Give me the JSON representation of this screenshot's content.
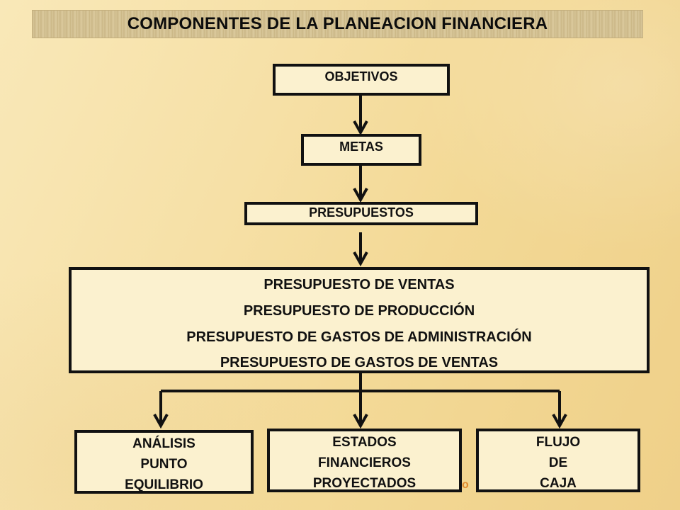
{
  "title": "COMPONENTES DE LA PLANEACION FINANCIERA",
  "nodes": {
    "objetivos": "OBJETIVOS",
    "metas": "METAS",
    "presupuestos": "PRESUPUESTOS"
  },
  "presupuestos_list": [
    "PRESUPUESTO DE VENTAS",
    "PRESUPUESTO DE PRODUCCIÓN",
    "PRESUPUESTO DE GASTOS DE ADMINISTRACIÓN",
    "PRESUPUESTO DE GASTOS DE VENTAS"
  ],
  "outputs": {
    "analisis": [
      "ANÁLISIS",
      "PUNTO",
      "EQUILIBRIO"
    ],
    "estados": [
      "ESTADOS",
      "FINANCIEROS",
      "PROYECTADOS"
    ],
    "flujo": [
      "FLUJO",
      "DE",
      "CAJA"
    ]
  },
  "colors": {
    "background": "#f6e0a6",
    "box_fill": "#fbf1cf",
    "stroke": "#111111",
    "accent_glyph": "#e08a2e"
  },
  "stray_glyph": "o"
}
